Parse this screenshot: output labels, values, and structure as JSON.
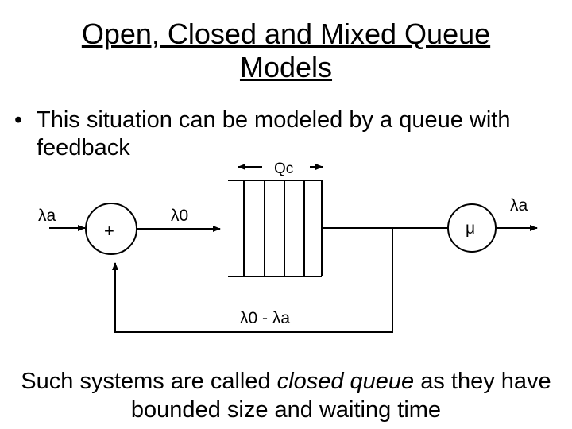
{
  "title": {
    "line1": "Open, Closed and Mixed Queue",
    "line2": "Models"
  },
  "bullet": {
    "marker": "•",
    "text": "This situation can be modeled by a queue with feedback"
  },
  "diagram": {
    "capacity_label": "Qc",
    "input_rate": "λa",
    "summing_sign": "+",
    "combined_rate": "λ0",
    "service_rate": "μ",
    "output_rate": "λa",
    "feedback_rate": "λ0 - λa"
  },
  "caption": {
    "before": "Such systems are called ",
    "emphasis": "closed queue",
    "after": " as they have bounded size and waiting time"
  }
}
